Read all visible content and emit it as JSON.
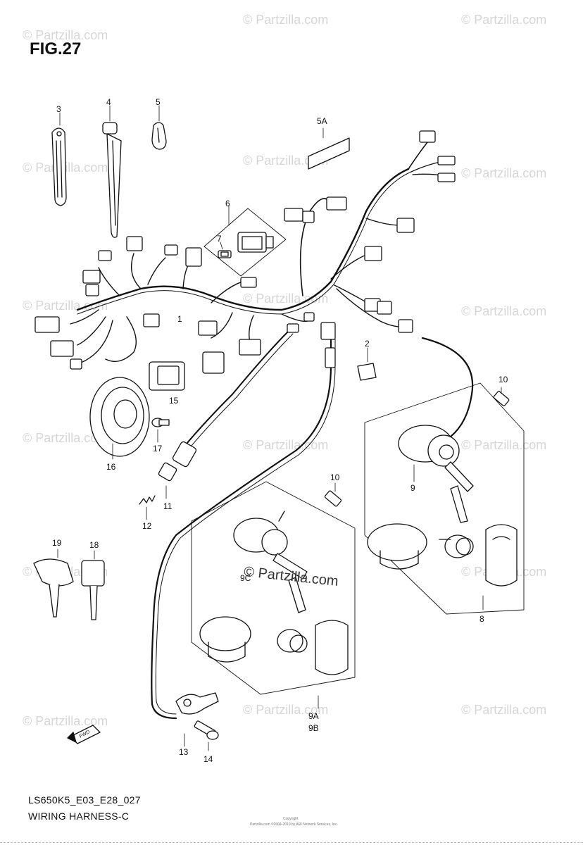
{
  "figure": {
    "title": "FIG.27",
    "model_code": "LS650K5_E03_E28_027",
    "section_name": "WIRING HARNESS-C"
  },
  "watermark": {
    "text": "© Partzilla.com",
    "center_text": "© Partzilla.com"
  },
  "copyright": {
    "line1": "Copyright",
    "line2": "Partzilla.com ©2004-2019 by ARI Network Services, Inc."
  },
  "callouts": [
    {
      "id": "3",
      "label": "3"
    },
    {
      "id": "4",
      "label": "4"
    },
    {
      "id": "5",
      "label": "5"
    },
    {
      "id": "5A",
      "label": "5A"
    },
    {
      "id": "6",
      "label": "6"
    },
    {
      "id": "7",
      "label": "7"
    },
    {
      "id": "1",
      "label": "1"
    },
    {
      "id": "2",
      "label": "2"
    },
    {
      "id": "15",
      "label": "15"
    },
    {
      "id": "16",
      "label": "16"
    },
    {
      "id": "17",
      "label": "17"
    },
    {
      "id": "11",
      "label": "11"
    },
    {
      "id": "12",
      "label": "12"
    },
    {
      "id": "10a",
      "label": "10"
    },
    {
      "id": "10b",
      "label": "10"
    },
    {
      "id": "9",
      "label": "9"
    },
    {
      "id": "8",
      "label": "8"
    },
    {
      "id": "9C",
      "label": "9C"
    },
    {
      "id": "9A",
      "label": "9A"
    },
    {
      "id": "9B",
      "label": "9B"
    },
    {
      "id": "19",
      "label": "19"
    },
    {
      "id": "18",
      "label": "18"
    },
    {
      "id": "13",
      "label": "13"
    },
    {
      "id": "14",
      "label": "14"
    }
  ],
  "direction_marker": "FWD"
}
